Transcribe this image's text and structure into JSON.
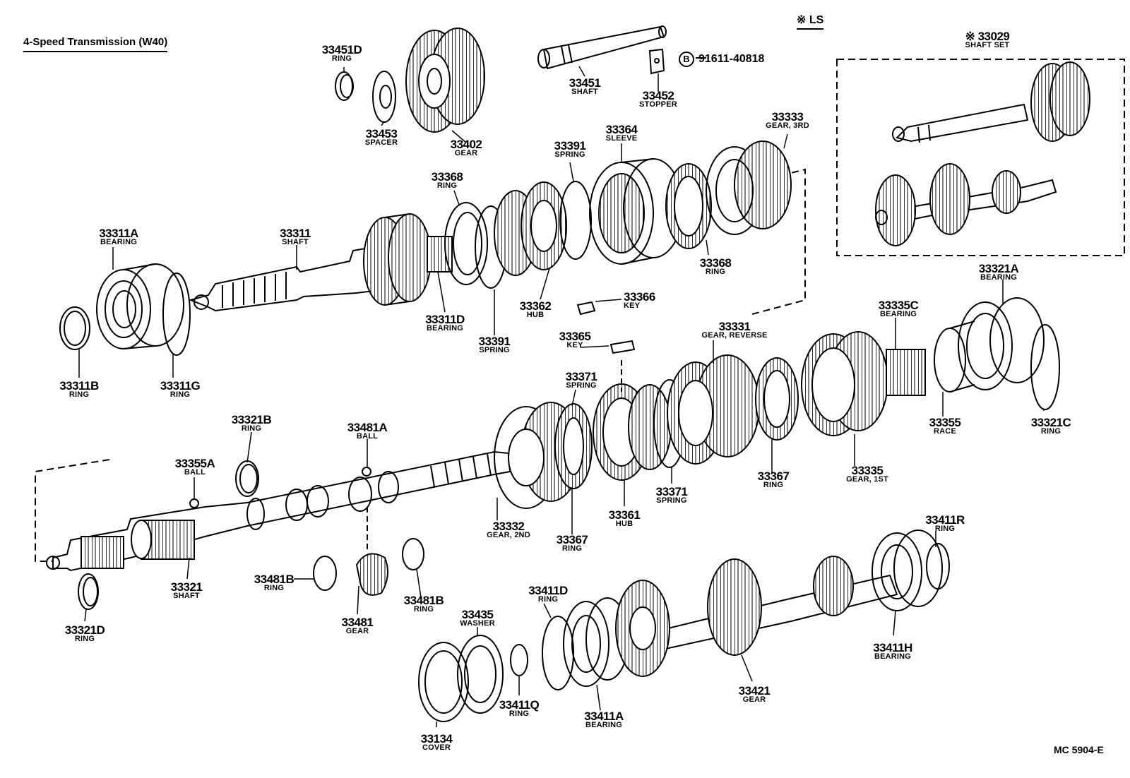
{
  "title": "4-Speed Transmission (W40)",
  "ls_note": "※ LS",
  "diagram_code": "MC 5904-E",
  "bolt": {
    "symbol": "B",
    "number": "91611-40818"
  },
  "parts": [
    {
      "id": "p33451D",
      "num": "33451D",
      "name": "RING"
    },
    {
      "id": "p33453",
      "num": "33453",
      "name": "SPACER"
    },
    {
      "id": "p33402",
      "num": "33402",
      "name": "GEAR"
    },
    {
      "id": "p33451",
      "num": "33451",
      "name": "SHAFT"
    },
    {
      "id": "p33452",
      "num": "33452",
      "name": "STOPPER"
    },
    {
      "id": "p33029",
      "num": "※ 33029",
      "name": "SHAFT SET"
    },
    {
      "id": "p33333",
      "num": "33333",
      "name": "GEAR, 3RD"
    },
    {
      "id": "p33364",
      "num": "33364",
      "name": "SLEEVE"
    },
    {
      "id": "p33391a",
      "num": "33391",
      "name": "SPRING"
    },
    {
      "id": "p33368a",
      "num": "33368",
      "name": "RING"
    },
    {
      "id": "p33368b",
      "num": "33368",
      "name": "RING"
    },
    {
      "id": "p33311A",
      "num": "33311A",
      "name": "BEARING"
    },
    {
      "id": "p33311",
      "num": "33311",
      "name": "SHAFT"
    },
    {
      "id": "p33311D",
      "num": "33311D",
      "name": "BEARING"
    },
    {
      "id": "p33362",
      "num": "33362",
      "name": "HUB"
    },
    {
      "id": "p33366",
      "num": "33366",
      "name": "KEY"
    },
    {
      "id": "p33391b",
      "num": "33391",
      "name": "SPRING"
    },
    {
      "id": "p33311B",
      "num": "33311B",
      "name": "RING"
    },
    {
      "id": "p33311G",
      "num": "33311G",
      "name": "RING"
    },
    {
      "id": "p33321A",
      "num": "33321A",
      "name": "BEARING"
    },
    {
      "id": "p33335C",
      "num": "33335C",
      "name": "BEARING"
    },
    {
      "id": "p33331",
      "num": "33331",
      "name": "GEAR, REVERSE"
    },
    {
      "id": "p33365",
      "num": "33365",
      "name": "KEY"
    },
    {
      "id": "p33371a",
      "num": "33371",
      "name": "SPRING"
    },
    {
      "id": "p33321B",
      "num": "33321B",
      "name": "RING"
    },
    {
      "id": "p33481A",
      "num": "33481A",
      "name": "BALL"
    },
    {
      "id": "p33355A",
      "num": "33355A",
      "name": "BALL"
    },
    {
      "id": "p33355",
      "num": "33355",
      "name": "RACE"
    },
    {
      "id": "p33321C",
      "num": "33321C",
      "name": "RING"
    },
    {
      "id": "p33367a",
      "num": "33367",
      "name": "RING"
    },
    {
      "id": "p33335",
      "num": "33335",
      "name": "GEAR, 1ST"
    },
    {
      "id": "p33371b",
      "num": "33371",
      "name": "SPRING"
    },
    {
      "id": "p33361",
      "num": "33361",
      "name": "HUB"
    },
    {
      "id": "p33332",
      "num": "33332",
      "name": "GEAR, 2ND"
    },
    {
      "id": "p33367b",
      "num": "33367",
      "name": "RING"
    },
    {
      "id": "p33411R",
      "num": "33411R",
      "name": "RING"
    },
    {
      "id": "p33321",
      "num": "33321",
      "name": "SHAFT"
    },
    {
      "id": "p33481B1",
      "num": "33481B",
      "name": "RING"
    },
    {
      "id": "p33481B2",
      "num": "33481B",
      "name": "RING"
    },
    {
      "id": "p33481",
      "num": "33481",
      "name": "GEAR"
    },
    {
      "id": "p33321D",
      "num": "33321D",
      "name": "RING"
    },
    {
      "id": "p33411D",
      "num": "33411D",
      "name": "RING"
    },
    {
      "id": "p33435",
      "num": "33435",
      "name": "WASHER"
    },
    {
      "id": "p33411H",
      "num": "33411H",
      "name": "BEARING"
    },
    {
      "id": "p33421",
      "num": "33421",
      "name": "GEAR"
    },
    {
      "id": "p33411Q",
      "num": "33411Q",
      "name": "RING"
    },
    {
      "id": "p33411A",
      "num": "33411A",
      "name": "BEARING"
    },
    {
      "id": "p33134",
      "num": "33134",
      "name": "COVER"
    }
  ]
}
